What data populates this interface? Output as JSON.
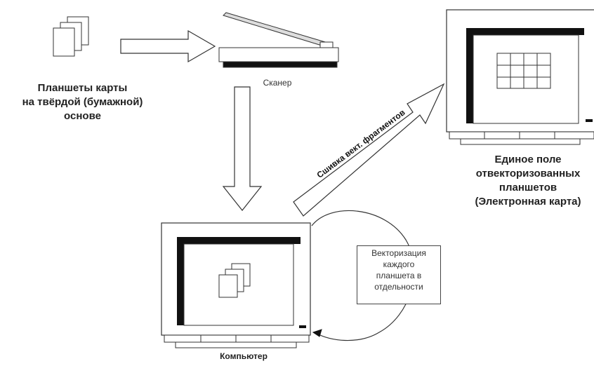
{
  "labels": {
    "papers": "Планшеты карты\nна твёрдой (бумажной)\nоснове",
    "scanner": "Сканер",
    "stitch": "Сшивка вект. фрагментов",
    "map": "Единое поле\nотвекторизованных\nпланшетов\n(Электронная карта)",
    "vectorization": "Векторизация\nкаждого\nпланшета в\nотдельности",
    "computer": "Компьютер"
  },
  "colors": {
    "stroke": "#333333",
    "fill": "#ffffff",
    "dark": "#111111"
  },
  "icons": [
    "paper-stack-icon",
    "scanner-icon",
    "computer-monitor-icon",
    "map-grid-icon"
  ]
}
